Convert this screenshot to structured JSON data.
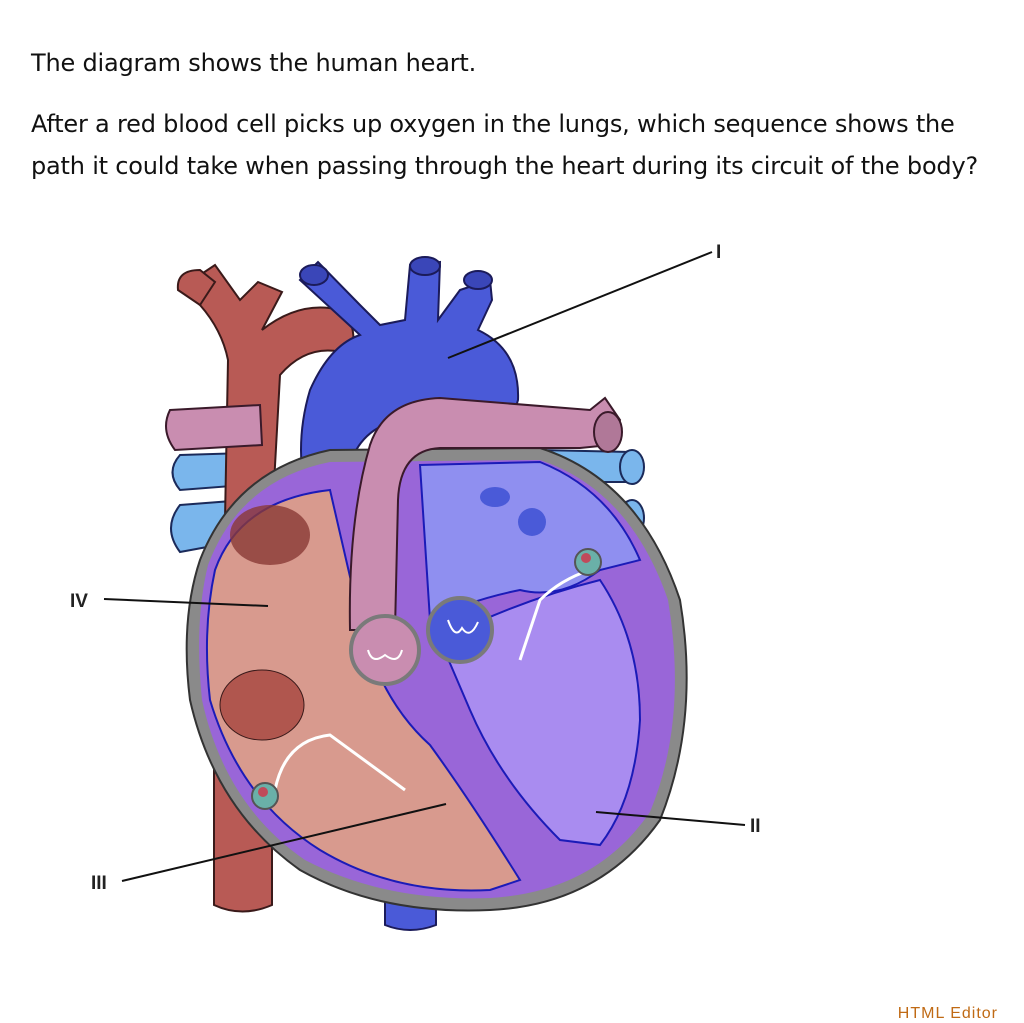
{
  "question": {
    "intro": "The diagram shows the human heart.",
    "prompt": "After a red blood cell picks up oxygen in the lungs, which sequence shows the path it could take when passing through the heart during its circuit of the body?"
  },
  "diagram": {
    "labels": [
      "I",
      "II",
      "III",
      "IV"
    ]
  },
  "footer": {
    "link": "HTML Editor"
  },
  "colors": {
    "aorta": "#b85a55",
    "vena_cava": "#4a5ad8",
    "pulmonary_artery": "#c98db0",
    "pulmonary_veins": "#7ab6ec",
    "ventricle": "#9966d8",
    "left_chambers": "#d89a8e",
    "right_chambers": "#8f8ff0",
    "heart_outline": "#8a8a8a"
  }
}
